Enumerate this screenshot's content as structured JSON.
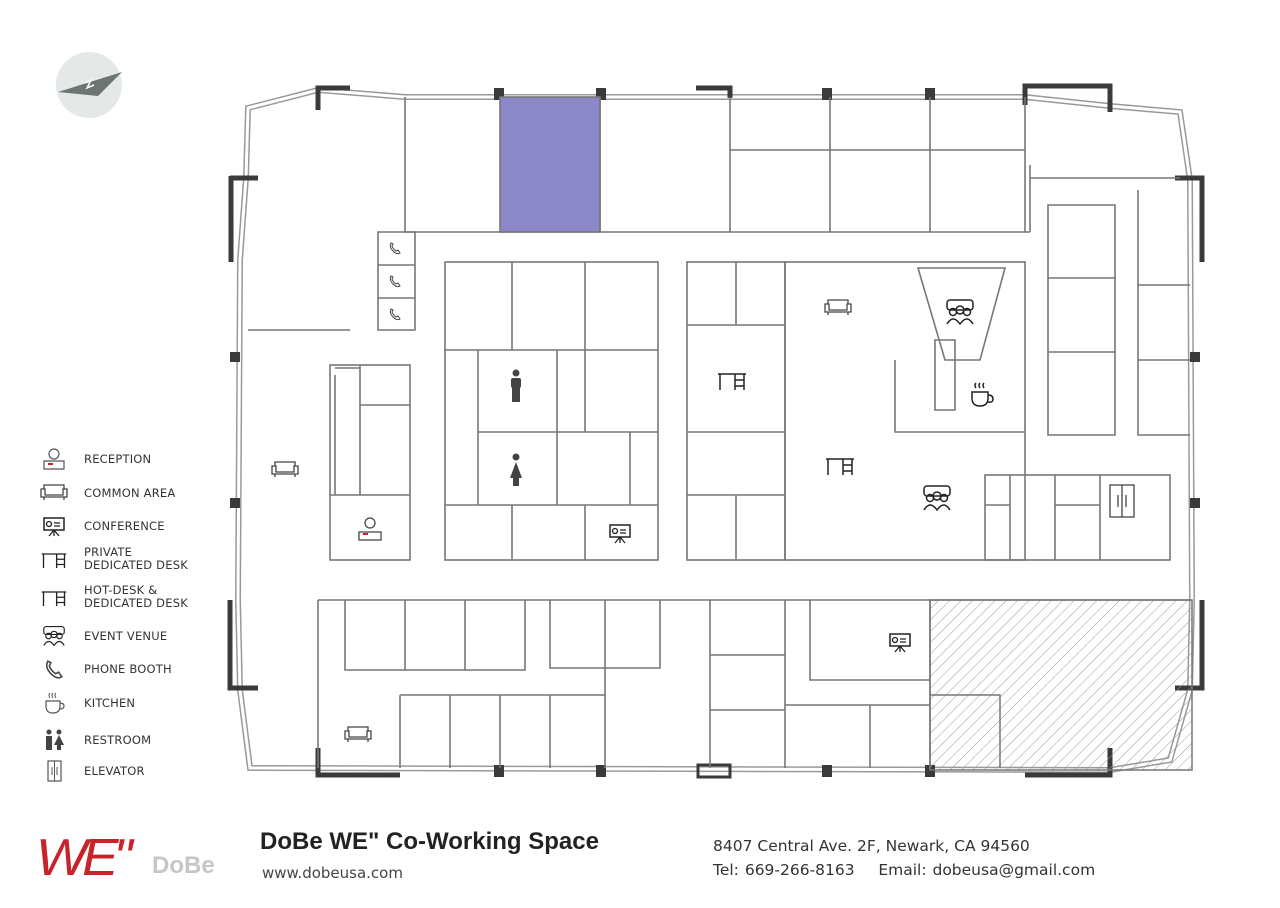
{
  "colors": {
    "highlight_room": "#8b87c9",
    "wall": "#3a3a3a",
    "line": "#888888",
    "brand_red": "#c8232b"
  },
  "compass": {
    "icon": "north-arrow-icon",
    "label": "N"
  },
  "legend": [
    {
      "icon": "reception-icon",
      "label": "RECEPTION"
    },
    {
      "icon": "sofa-icon",
      "label": "COMMON AREA"
    },
    {
      "icon": "presentation-board-icon",
      "label": "CONFERENCE"
    },
    {
      "icon": "desk-icon",
      "label": "PRIVATE\nDEDICATED DESK"
    },
    {
      "icon": "desk-chair-icon",
      "label": "HOT-DESK &\nDEDICATED DESK"
    },
    {
      "icon": "group-icon",
      "label": "EVENT VENUE"
    },
    {
      "icon": "phone-icon",
      "label": "PHONE BOOTH"
    },
    {
      "icon": "coffee-cup-icon",
      "label": "KITCHEN"
    },
    {
      "icon": "restroom-icon",
      "label": "RESTROOM"
    },
    {
      "icon": "elevator-icon",
      "label": "ELEVATOR"
    }
  ],
  "footer": {
    "logo_text": "WE\"",
    "logo_sub": "DoBe",
    "title": "DoBe WE\" Co-Working Space",
    "website": "www.dobeusa.com",
    "address": "8407 Central Ave. 2F, Newark, CA 94560",
    "contact": "Tel: 669-266-8163    Email: dobeusa@gmail.com"
  }
}
